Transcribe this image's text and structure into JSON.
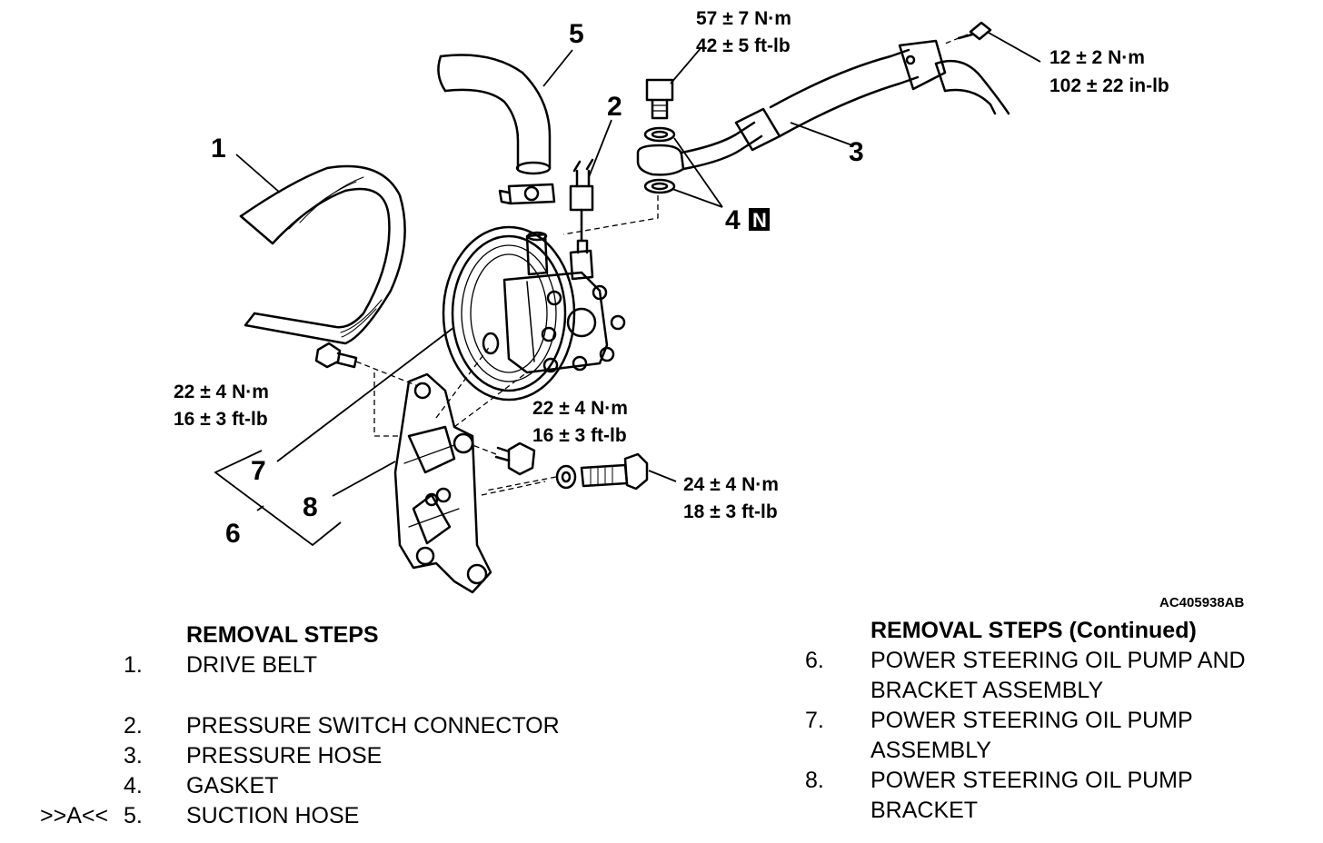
{
  "callouts": {
    "c1": "1",
    "c2": "2",
    "c3": "3",
    "c4": "4",
    "c4_badge": "N",
    "c5": "5",
    "c6": "6",
    "c7": "7",
    "c8": "8"
  },
  "torques": {
    "t_banjo": [
      "57 ± 7 N·m",
      "42 ± 5 ft-lb"
    ],
    "t_clamp": [
      "12 ± 2 N·m",
      "102 ± 22 in-lb"
    ],
    "t_left": [
      "22 ± 4 N·m",
      "16 ± 3 ft-lb"
    ],
    "t_mid": [
      "22 ± 4 N·m",
      "16 ± 3 ft-lb"
    ],
    "t_lower": [
      "24 ± 4 N·m",
      "18 ± 3 ft-lb"
    ]
  },
  "figure_code": "AC405938AB",
  "removal_left": {
    "heading": "REMOVAL STEPS",
    "steps": [
      {
        "prefix": "",
        "num": "1.",
        "text": "DRIVE BELT"
      },
      {
        "prefix": "",
        "num": "2.",
        "text": "PRESSURE SWITCH CONNECTOR"
      },
      {
        "prefix": "",
        "num": "3.",
        "text": "PRESSURE HOSE"
      },
      {
        "prefix": "",
        "num": "4.",
        "text": "GASKET"
      },
      {
        "prefix": ">>A<<",
        "num": "5.",
        "text": "SUCTION HOSE"
      }
    ]
  },
  "removal_right": {
    "heading": "REMOVAL STEPS (Continued)",
    "steps": [
      {
        "num": "6.",
        "line1": "POWER STEERING OIL PUMP AND",
        "line2": "BRACKET ASSEMBLY"
      },
      {
        "num": "7.",
        "line1": "POWER STEERING OIL PUMP",
        "line2": "ASSEMBLY"
      },
      {
        "num": "8.",
        "line1": "POWER STEERING OIL PUMP",
        "line2": "BRACKET"
      }
    ]
  }
}
